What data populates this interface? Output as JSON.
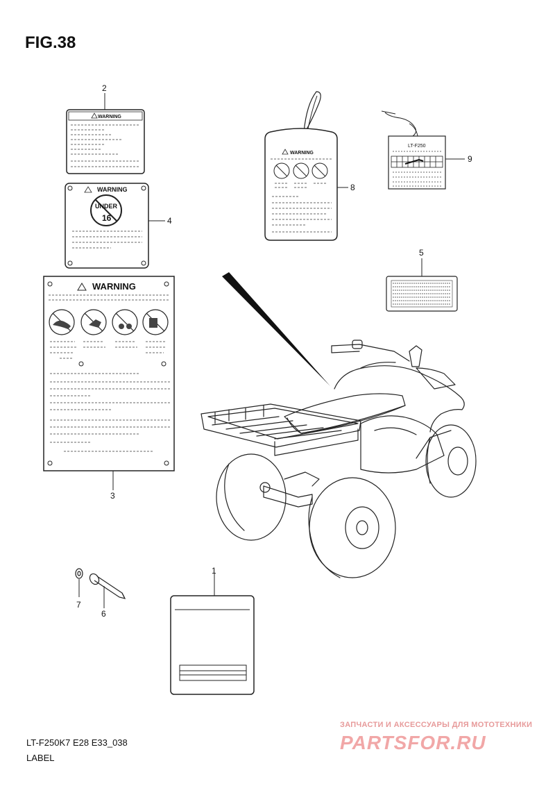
{
  "header": {
    "title": "FIG.38"
  },
  "footer": {
    "code": "LT-F250K7 E28 E33_038",
    "label": "LABEL"
  },
  "watermark": {
    "subtitle": "ЗАПЧАСТИ И АКСЕССУАРЫ ДЛЯ МОТОТЕХНИКИ",
    "logo": "PARTSFOR.RU"
  },
  "labels": {
    "warning_text": "WARNING",
    "under16_line1": "UNDER",
    "under16_line2": "16",
    "model_tag": "LT-F250"
  },
  "callouts": {
    "part1": "1",
    "part2": "2",
    "part3": "3",
    "part4": "4",
    "part5": "5",
    "part6": "6",
    "part7": "7",
    "part8": "8",
    "part9": "9"
  }
}
